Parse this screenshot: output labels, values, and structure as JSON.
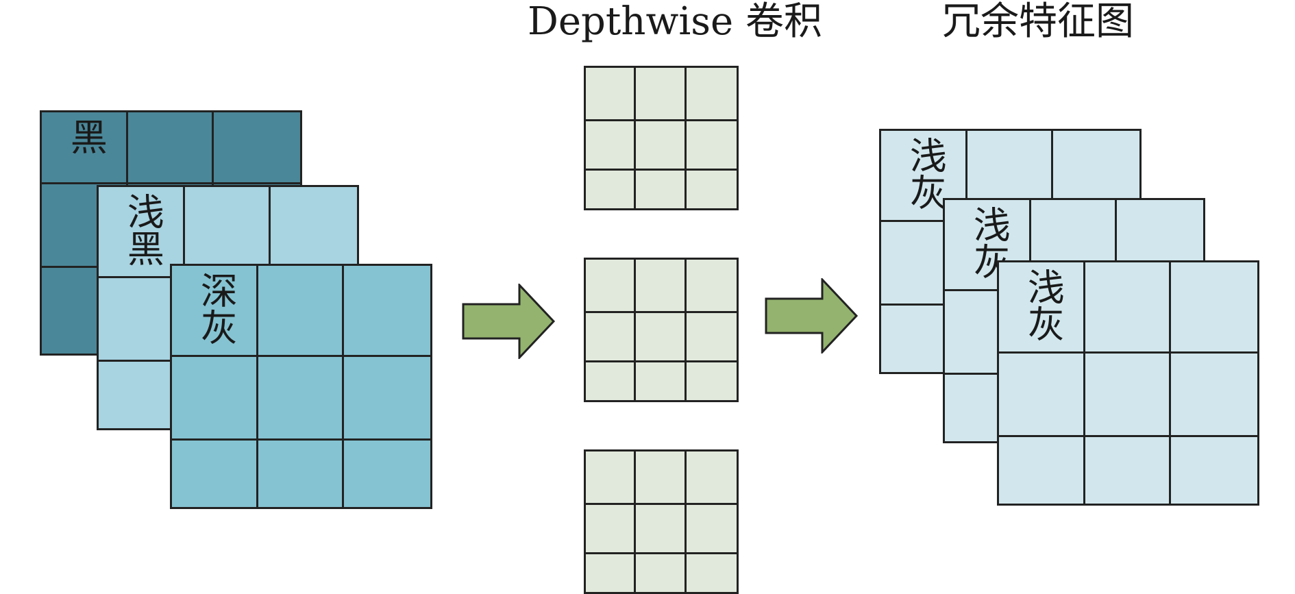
{
  "titles": {
    "middle": "Depthwise 卷积",
    "right": "冗余特征图"
  },
  "input_maps": [
    {
      "label": "黑",
      "color": "#4a8799"
    },
    {
      "label": "浅黑",
      "color": "#a8d3e1"
    },
    {
      "label": "深灰",
      "color": "#85c3d2"
    }
  ],
  "kernels": [
    {
      "color": "#e1e9dc"
    },
    {
      "color": "#e1e9dc"
    },
    {
      "color": "#e1e9dc"
    }
  ],
  "output_maps": [
    {
      "label": "浅灰",
      "color": "#d1e7ed"
    },
    {
      "label": "浅灰",
      "color": "#d1e7ed"
    },
    {
      "label": "浅灰",
      "color": "#d1e7ed"
    }
  ],
  "arrow_color": "#93b36e"
}
